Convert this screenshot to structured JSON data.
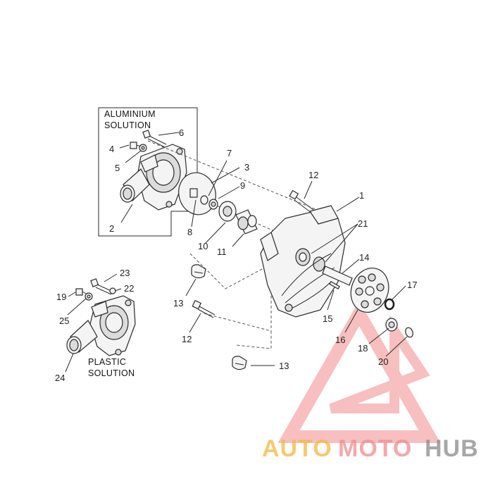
{
  "captions": {
    "aluminium_line1": "ALUMINIUM",
    "aluminium_line2": "SOLUTION",
    "plastic_line1": "PLASTIC",
    "plastic_line2": "SOLUTION"
  },
  "parts": [
    {
      "id": "p1",
      "label": "1"
    },
    {
      "id": "p2",
      "label": "2"
    },
    {
      "id": "p3",
      "label": "3"
    },
    {
      "id": "p4",
      "label": "4"
    },
    {
      "id": "p5",
      "label": "5"
    },
    {
      "id": "p6",
      "label": "6"
    },
    {
      "id": "p7",
      "label": "7"
    },
    {
      "id": "p8",
      "label": "8"
    },
    {
      "id": "p9",
      "label": "9"
    },
    {
      "id": "p10",
      "label": "10"
    },
    {
      "id": "p11",
      "label": "11"
    },
    {
      "id": "p12a",
      "label": "12"
    },
    {
      "id": "p12b",
      "label": "12"
    },
    {
      "id": "p13a",
      "label": "13"
    },
    {
      "id": "p13b",
      "label": "13"
    },
    {
      "id": "p14",
      "label": "14"
    },
    {
      "id": "p15",
      "label": "15"
    },
    {
      "id": "p16",
      "label": "16"
    },
    {
      "id": "p17",
      "label": "17"
    },
    {
      "id": "p18",
      "label": "18"
    },
    {
      "id": "p19",
      "label": "19"
    },
    {
      "id": "p20",
      "label": "20"
    },
    {
      "id": "p21",
      "label": "21"
    },
    {
      "id": "p22",
      "label": "22"
    },
    {
      "id": "p23",
      "label": "23"
    },
    {
      "id": "p24",
      "label": "24"
    },
    {
      "id": "p25",
      "label": "25"
    }
  ],
  "watermark": {
    "part1": "AUTO",
    "part2": "MOTO",
    "part3": "HUB",
    "color_orange": "#f5b841",
    "color_pink": "#f28b8b",
    "color_gray": "#8a8a8a"
  }
}
